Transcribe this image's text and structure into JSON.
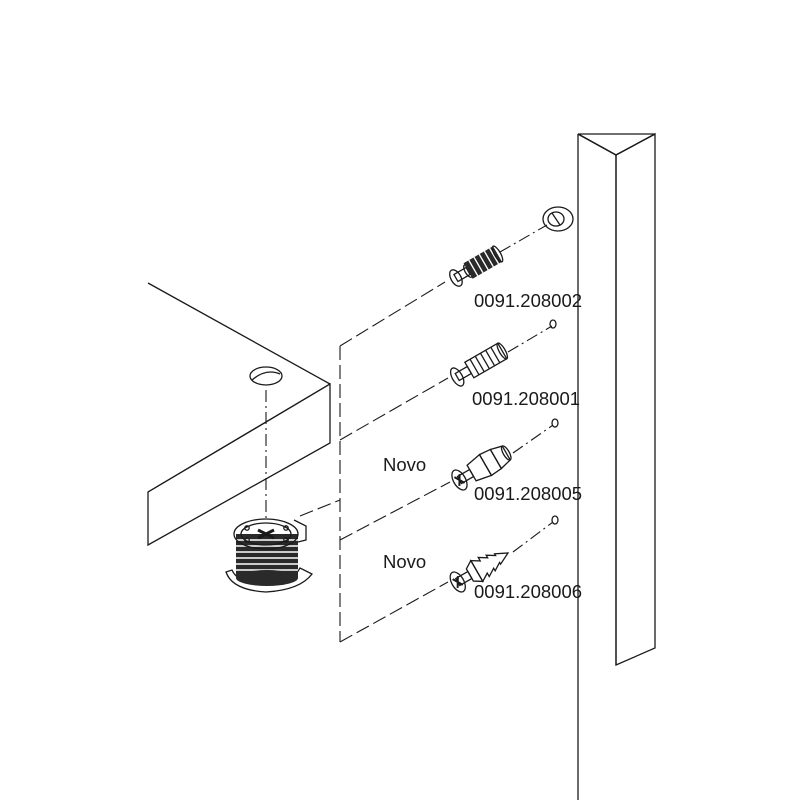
{
  "colors": {
    "board": "#eef3e2",
    "line": "#1a1a1a",
    "paper": "#ffffff"
  },
  "parts": [
    {
      "code": "0091.208002",
      "tag": ""
    },
    {
      "code": "0091.208001",
      "tag": ""
    },
    {
      "code": "0091.208005",
      "tag": "Novo"
    },
    {
      "code": "0091.208006",
      "tag": "Novo"
    }
  ]
}
